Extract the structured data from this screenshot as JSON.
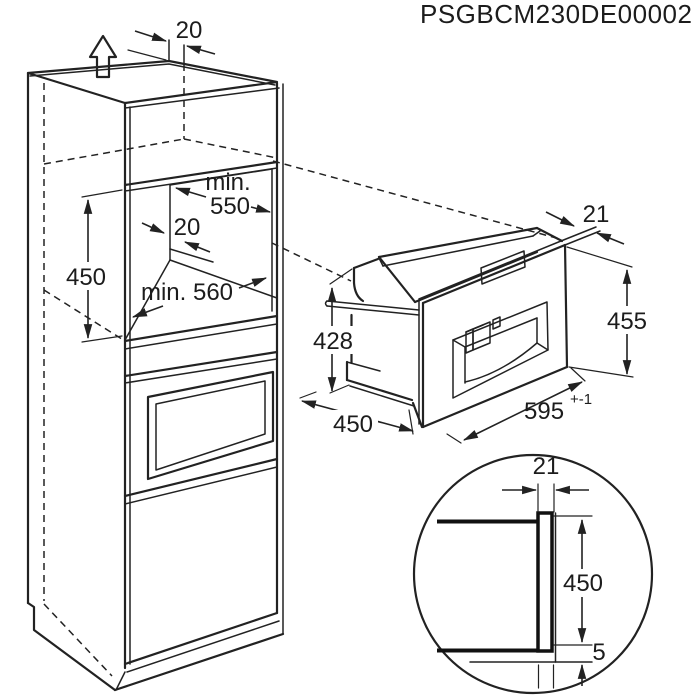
{
  "title": "PSGBCM230DE00002",
  "colors": {
    "line": "#222222",
    "background": "#ffffff"
  },
  "cabinet": {
    "dim_top_rear_gap": "20",
    "dim_niche_width_prefix": "min.",
    "dim_niche_width_value": "550",
    "dim_rear_clearance": "20",
    "dim_niche_height": "450",
    "dim_niche_depth": "min. 560"
  },
  "appliance": {
    "dim_trim_overlap": "21",
    "dim_front_height": "455",
    "dim_body_height": "428",
    "dim_body_depth": "450",
    "dim_width": "595",
    "dim_width_tolerance": "+-1"
  },
  "detail_circle": {
    "dim_trim_thickness": "21",
    "dim_height": "450",
    "dim_bottom_overlap": "5"
  }
}
